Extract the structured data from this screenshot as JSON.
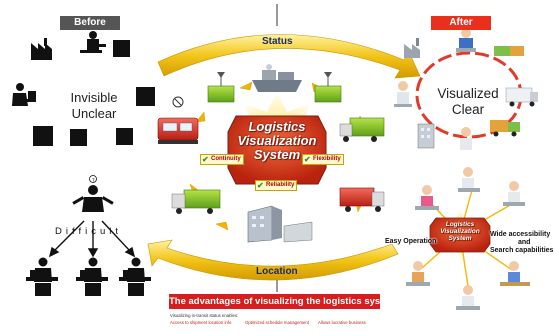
{
  "before": {
    "tag": "Before",
    "state_line1": "Invisible",
    "state_line2": "Unclear",
    "difficulty": "Difficult"
  },
  "after": {
    "tag": "After",
    "state_line1": "Visualized",
    "state_line2": "Clear",
    "core_line1": "Logistics",
    "core_line2": "Visualization",
    "core_line3": "System",
    "easy_operation": "Easy Operation",
    "access_line1": "Wide accessibility",
    "access_line2": "and",
    "access_line3": "Search capabilities"
  },
  "cycle": {
    "top_label": "Status",
    "bottom_label": "Location",
    "core_line1": "Logistics",
    "core_line2": "Visualization",
    "core_line3": "System",
    "badges": [
      "Continuity",
      "Flexibility",
      "Reliability"
    ]
  },
  "footer": {
    "banner": "The advantages of visualizing the logistics system",
    "caption": "Visualizing in-transit status enables:",
    "benefits": [
      "Access to shipment location info",
      "Optimized schedule management",
      "Allows lucrative business"
    ]
  },
  "colors": {
    "before_tag": "#555555",
    "after_tag": "#e8301c",
    "banner": "#d51e1e",
    "arrow_gold": "#e8b400",
    "ring_red": "#e23a2a"
  }
}
